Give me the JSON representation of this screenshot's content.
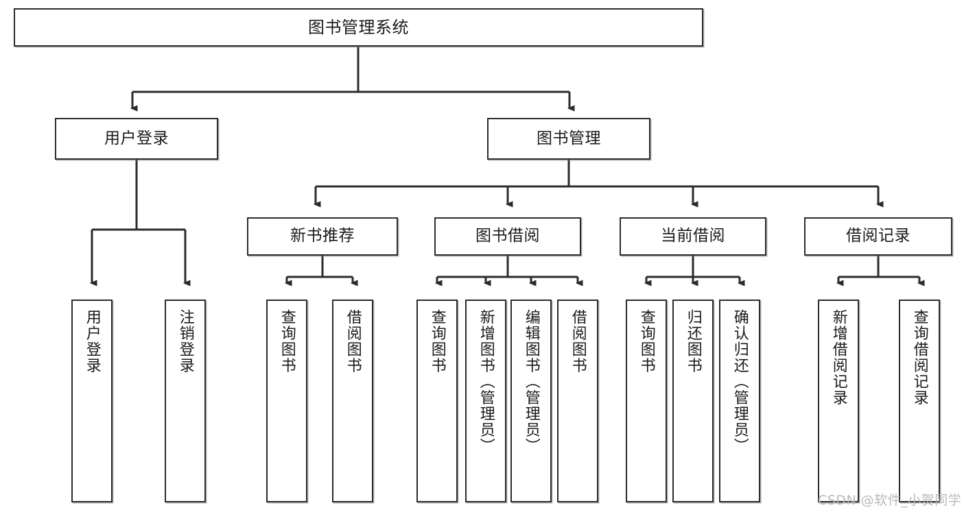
{
  "diagram": {
    "type": "hierarchy-tree",
    "title": "图书管理系统",
    "watermark": "CSDN @软件_小贺同学",
    "root": {
      "id": "root",
      "label": "图书管理系统",
      "orientation": "horizontal"
    },
    "level2": [
      {
        "id": "user-login",
        "label": "用户登录",
        "orientation": "horizontal"
      },
      {
        "id": "book-manage",
        "label": "图书管理",
        "orientation": "horizontal"
      }
    ],
    "level3": [
      {
        "id": "new-book-rec",
        "label": "新书推荐",
        "orientation": "horizontal",
        "parent": "book-manage"
      },
      {
        "id": "book-borrow",
        "label": "图书借阅",
        "orientation": "horizontal",
        "parent": "book-manage"
      },
      {
        "id": "current-borrow",
        "label": "当前借阅",
        "orientation": "horizontal",
        "parent": "book-manage"
      },
      {
        "id": "borrow-record",
        "label": "借阅记录",
        "orientation": "horizontal",
        "parent": "book-manage"
      }
    ],
    "leaves": [
      {
        "id": "leaf-user-login",
        "label": "用户登录",
        "parent": "user-login"
      },
      {
        "id": "leaf-user-logout",
        "label": "注销登录",
        "parent": "user-login"
      },
      {
        "id": "leaf-query-book-1",
        "label": "查询图书",
        "parent": "new-book-rec"
      },
      {
        "id": "leaf-borrow-book-1",
        "label": "借阅图书",
        "parent": "new-book-rec"
      },
      {
        "id": "leaf-query-book-2",
        "label": "查询图书",
        "parent": "book-borrow"
      },
      {
        "id": "leaf-add-book",
        "label": "新增图书（管理员）",
        "parent": "book-borrow"
      },
      {
        "id": "leaf-edit-book",
        "label": "编辑图书（管理员）",
        "parent": "book-borrow"
      },
      {
        "id": "leaf-borrow-book-2",
        "label": "借阅图书",
        "parent": "book-borrow"
      },
      {
        "id": "leaf-query-book-3",
        "label": "查询图书",
        "parent": "current-borrow"
      },
      {
        "id": "leaf-return-book",
        "label": "归还图书",
        "parent": "current-borrow"
      },
      {
        "id": "leaf-confirm-return",
        "label": "确认归还（管理员）",
        "parent": "current-borrow"
      },
      {
        "id": "leaf-add-record",
        "label": "新增借阅记录",
        "parent": "borrow-record"
      },
      {
        "id": "leaf-query-record",
        "label": "查询借阅记录",
        "parent": "borrow-record"
      }
    ],
    "colors": {
      "stroke": "#2b2b2b",
      "fill": "#ffffff",
      "text": "#1a1a1a",
      "watermark": "#b9b9b9"
    }
  }
}
